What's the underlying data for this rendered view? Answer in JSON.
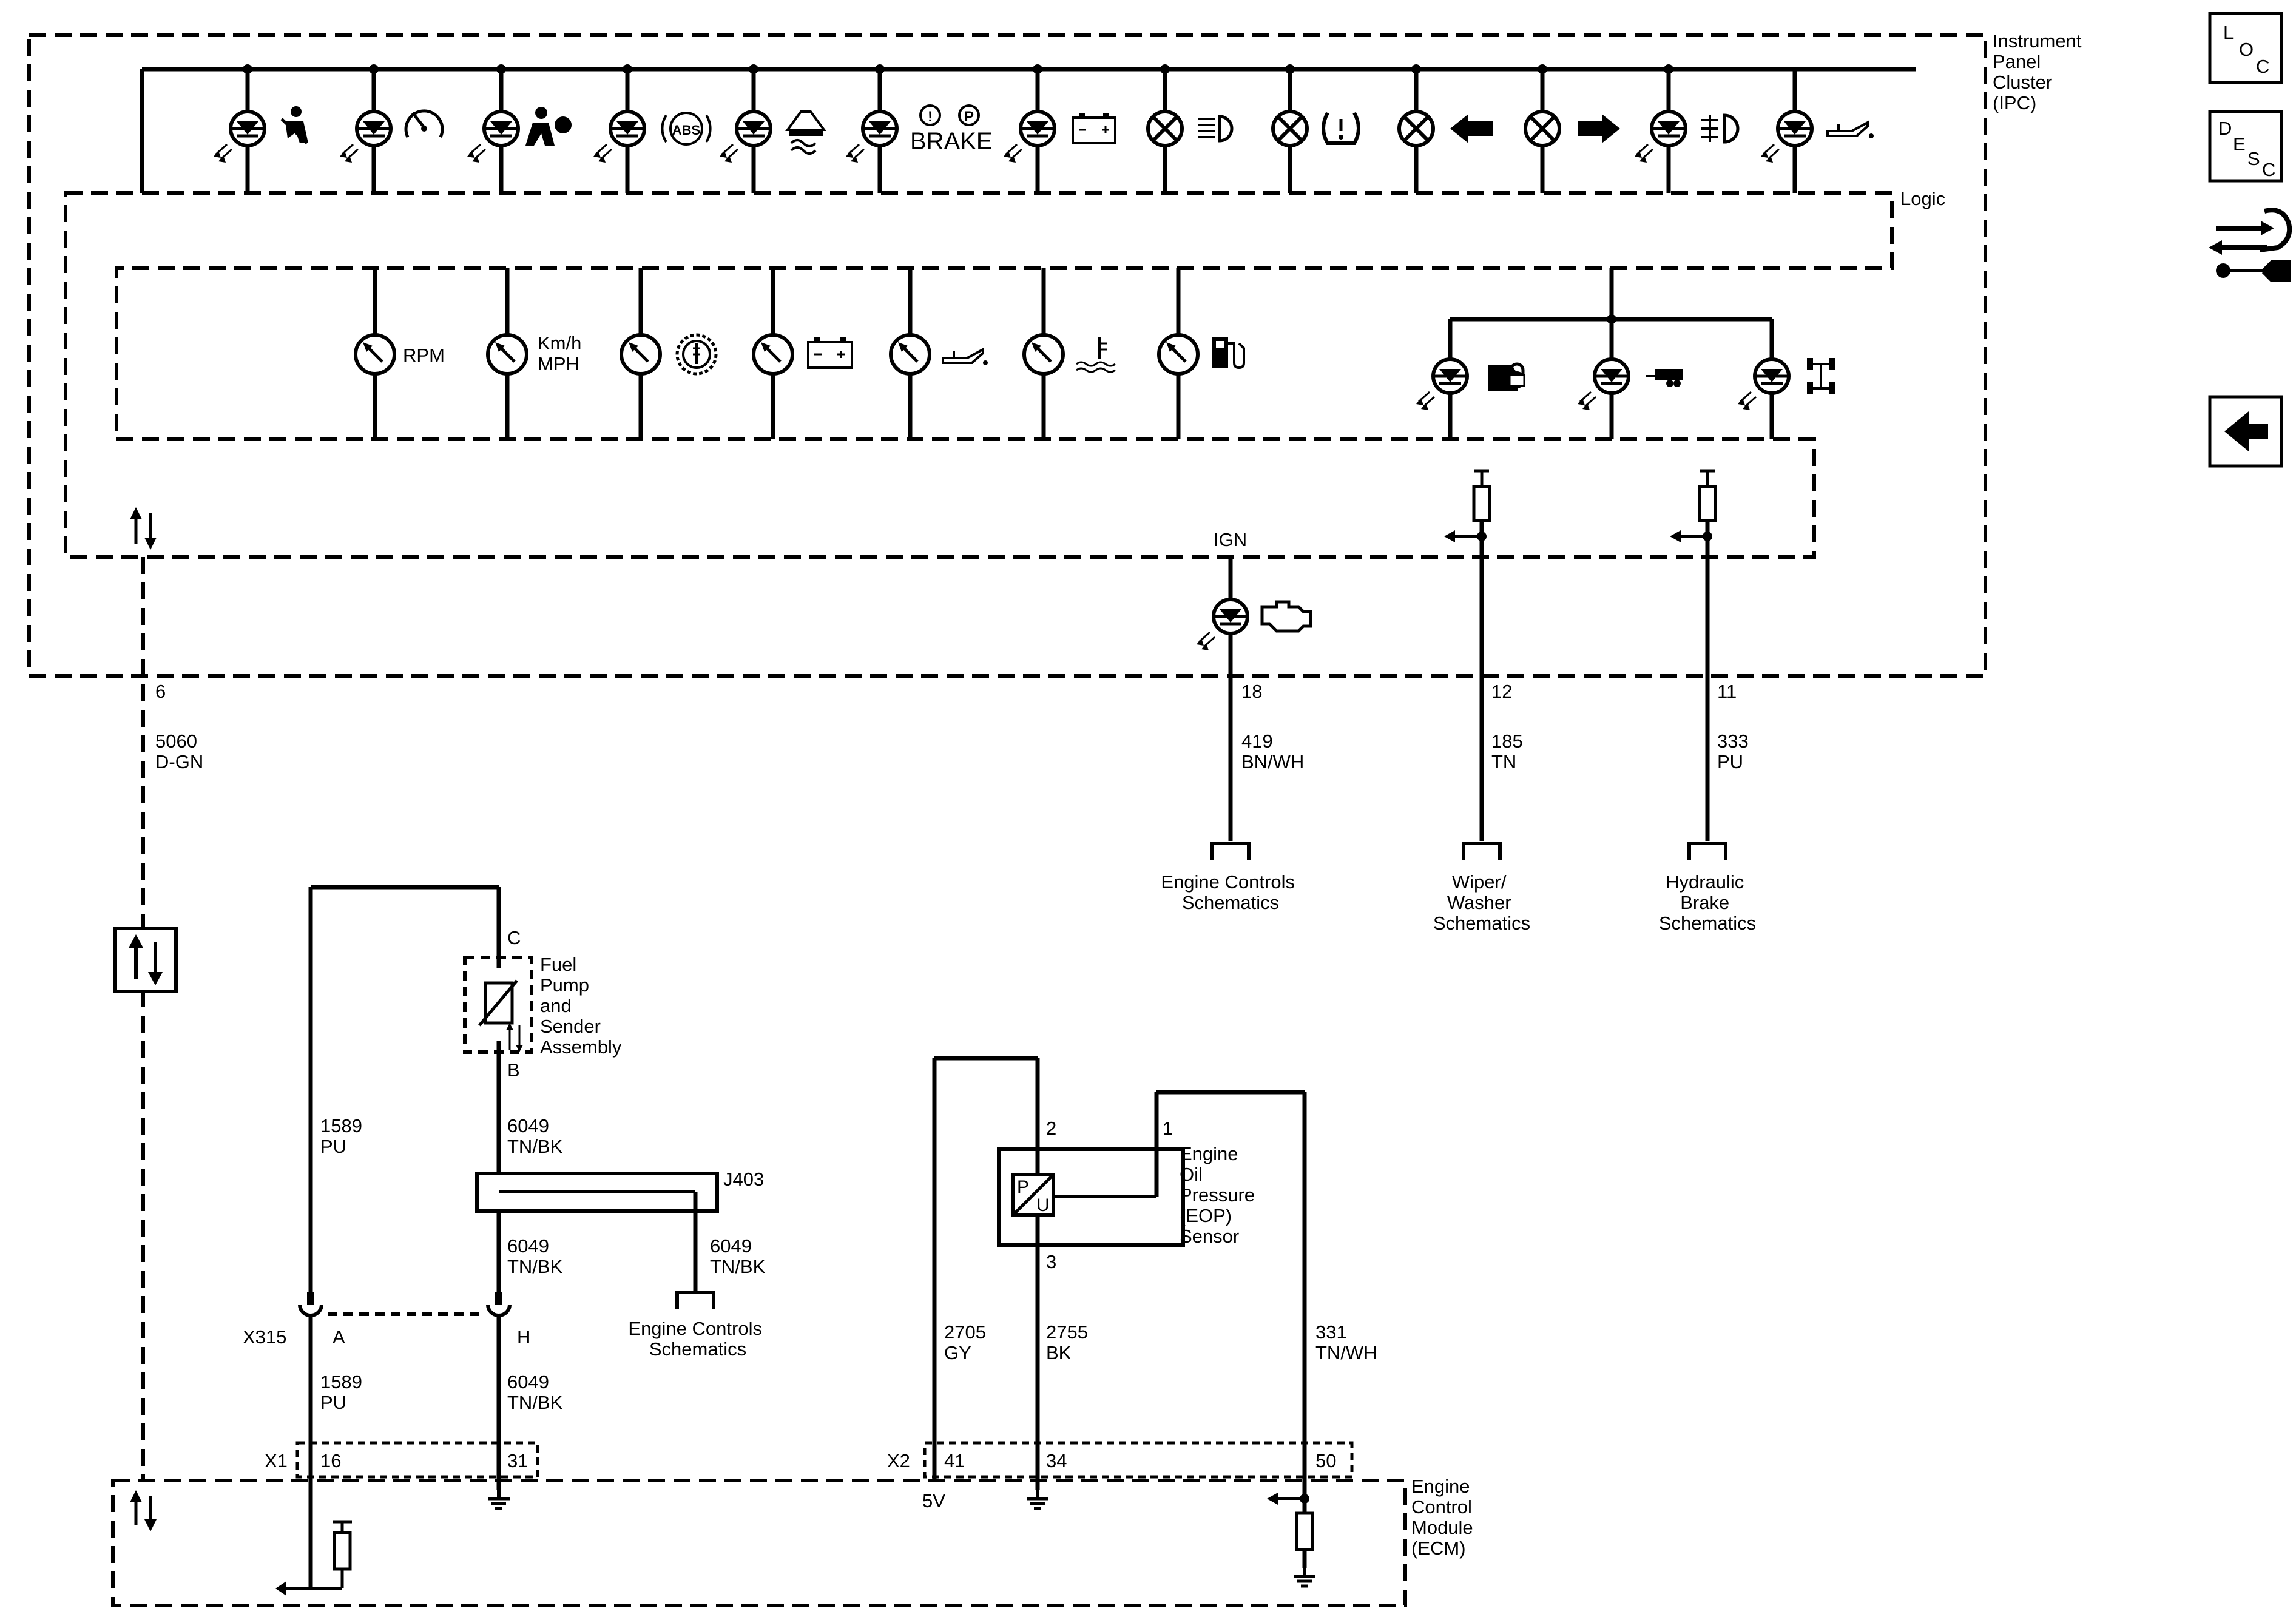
{
  "modules": {
    "ipc": "Instrument Panel Cluster (IPC)",
    "logic": "Logic",
    "ecm": "Engine Control Module (ECM)",
    "fuel_pump": "Fuel Pump and Sender Assembly",
    "eop_sensor": "Engine Oil Pressure (EOP) Sensor"
  },
  "gauges": {
    "rpm": "RPM",
    "speed_kmh": "Km/h",
    "speed_mph": "MPH"
  },
  "brake_label": "BRAKE",
  "ign_label": "IGN",
  "circuits": {
    "c5060": {
      "pin": "6",
      "number": "5060",
      "color": "D-GN"
    },
    "c419": {
      "pin": "18",
      "number": "419",
      "color": "BN/WH"
    },
    "c185": {
      "pin": "12",
      "number": "185",
      "color": "TN"
    },
    "c333": {
      "pin": "11",
      "number": "333",
      "color": "PU"
    },
    "c1589_top": {
      "number": "1589",
      "color": "PU"
    },
    "c1589_bot": {
      "number": "1589",
      "color": "PU"
    },
    "c6049_a": {
      "number": "6049",
      "color": "TN/BK"
    },
    "c6049_b": {
      "number": "6049",
      "color": "TN/BK"
    },
    "c6049_c": {
      "number": "6049",
      "color": "TN/BK"
    },
    "c6049_d": {
      "number": "6049",
      "color": "TN/BK"
    },
    "c2705": {
      "number": "2705",
      "color": "GY"
    },
    "c2755": {
      "number": "2755",
      "color": "BK"
    },
    "c331": {
      "number": "331",
      "color": "TN/WH"
    }
  },
  "destinations": {
    "engine_controls_1": "Engine Controls Schematics",
    "wiper": "Wiper/ Washer Schematics",
    "hydraulic_brake": "Hydraulic Brake Schematics",
    "engine_controls_2": "Engine Controls Schematics"
  },
  "connectors": {
    "x315": "X315",
    "x315_a": "A",
    "x315_h": "H",
    "x1": "X1",
    "x1_p16": "16",
    "x1_p31": "31",
    "x2": "X2",
    "x2_p41": "41",
    "x2_p34": "34",
    "x2_p50": "50",
    "fp_c": "C",
    "fp_b": "B",
    "j403": "J403",
    "eop_p1": "1",
    "eop_p2": "2",
    "eop_p3": "3",
    "eop_p": "P",
    "eop_u": "U",
    "ecm_5v": "5V"
  },
  "nav": {
    "loc": [
      "L",
      "O",
      "C"
    ],
    "desc": [
      "D",
      "E",
      "S",
      "C"
    ]
  }
}
